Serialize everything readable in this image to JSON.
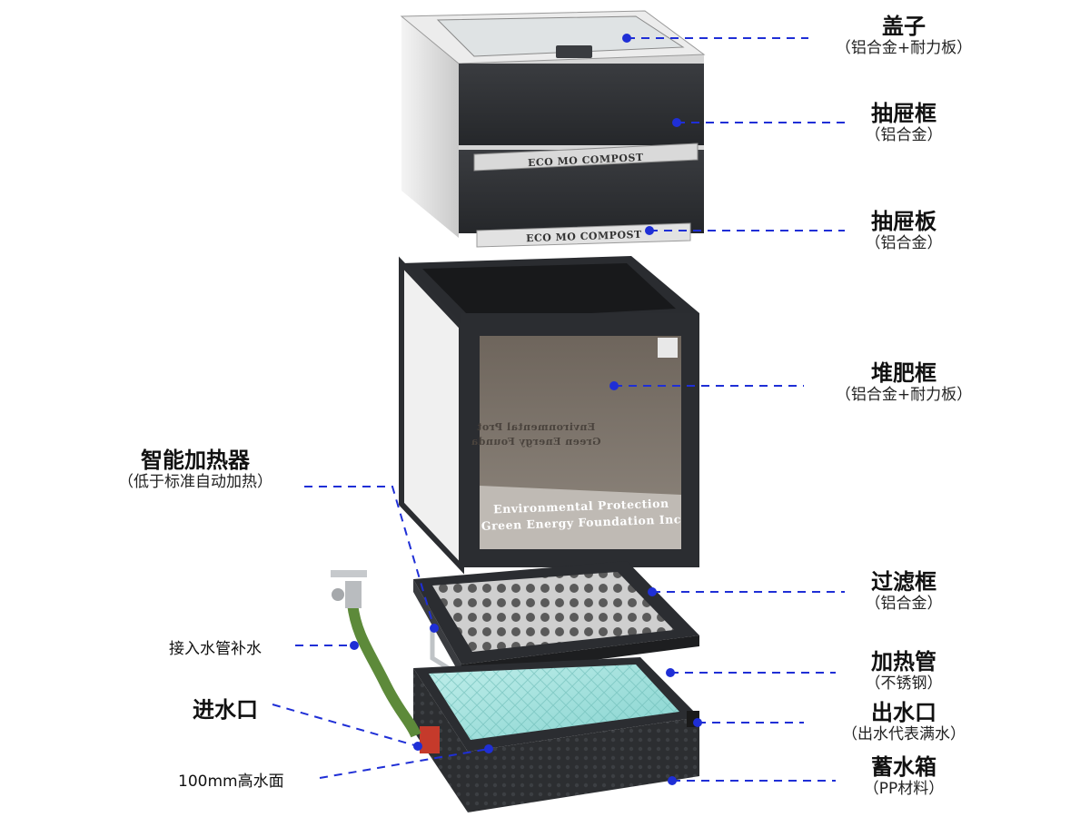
{
  "right_labels": [
    {
      "id": "lid",
      "title": "盖子",
      "sub": "（铝合金+耐力板）"
    },
    {
      "id": "drawer-frame",
      "title": "抽屉框",
      "sub": "（铝合金）"
    },
    {
      "id": "drawer-plate",
      "title": "抽屉板",
      "sub": "（铝合金）"
    },
    {
      "id": "compost-frame",
      "title": "堆肥框",
      "sub": "（铝合金+耐力板）"
    },
    {
      "id": "filter-frame",
      "title": "过滤框",
      "sub": "（铝合金）"
    },
    {
      "id": "heating-tube",
      "title": "加热管",
      "sub": "（不锈钢）"
    },
    {
      "id": "outlet",
      "title": "出水口",
      "sub": "（出水代表满水）"
    },
    {
      "id": "tank",
      "title": "蓄水箱",
      "sub": "（PP材料）"
    }
  ],
  "left_labels": {
    "heater_title": "智能加热器",
    "heater_sub": "（低于标准自动加热）",
    "pipe": "接入水管补水",
    "inlet": "进水口",
    "water_level": "100mm高水面"
  },
  "product_text": {
    "drawer_brand": "ECO MO COMPOST",
    "plate_brand": "ECO MO COMPOST",
    "glass_line1": "Environmental Protection",
    "glass_line2": "Green Energy Foundation Inc",
    "mirror_line1": "Environmental Prot",
    "mirror_line2": "Green Energy Founda"
  },
  "colors": {
    "leader": "#1f2fd6",
    "dot": "#1f2fd6",
    "frame": "#2b2d31",
    "water": "#9fe0dc",
    "pipe": "#5d8a3a"
  }
}
